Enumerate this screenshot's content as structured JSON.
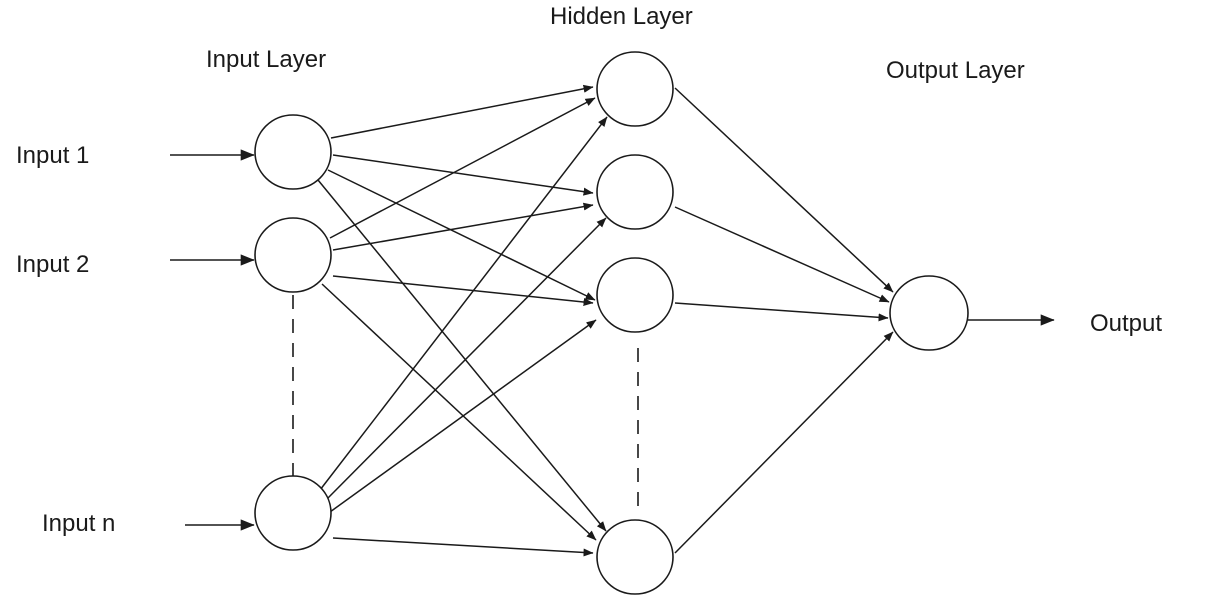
{
  "diagram": {
    "layer_titles": {
      "input": "Input Layer",
      "hidden": "Hidden Layer",
      "output": "Output Layer"
    },
    "input_labels": [
      "Input 1",
      "Input 2",
      "Input n"
    ],
    "output_label": "Output"
  }
}
